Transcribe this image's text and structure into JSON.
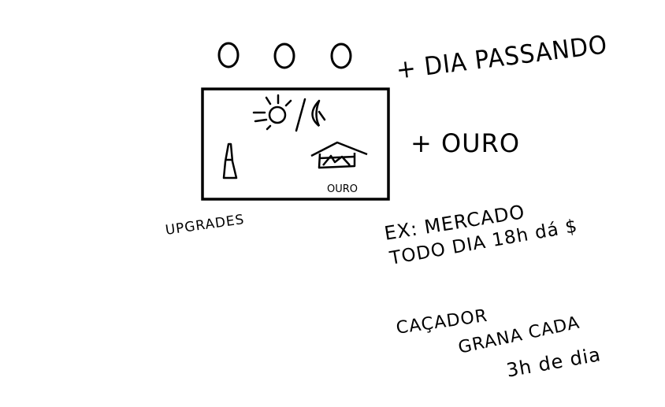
{
  "ink_color": "#000000",
  "background_color": "#ffffff",
  "counters": [
    "0",
    "0",
    "0"
  ],
  "game_screen": {
    "sky_icon": "sun-moon-icon",
    "tower_icon": "tower-icon",
    "mine_icon": "gold-mine-icon",
    "mine_label": "OURO"
  },
  "labels": {
    "upgrades": "UPGRADES",
    "day_passing": "+ DIA PASSANDO",
    "gold": "+ OURO"
  },
  "notes": {
    "market_line1": "EX: MERCADO",
    "market_line2": "TODO DIA 18h dá $",
    "hunter_line1": "CAÇADOR",
    "hunter_line2": "GRANA CADA",
    "hunter_line3": "3h de dia"
  }
}
